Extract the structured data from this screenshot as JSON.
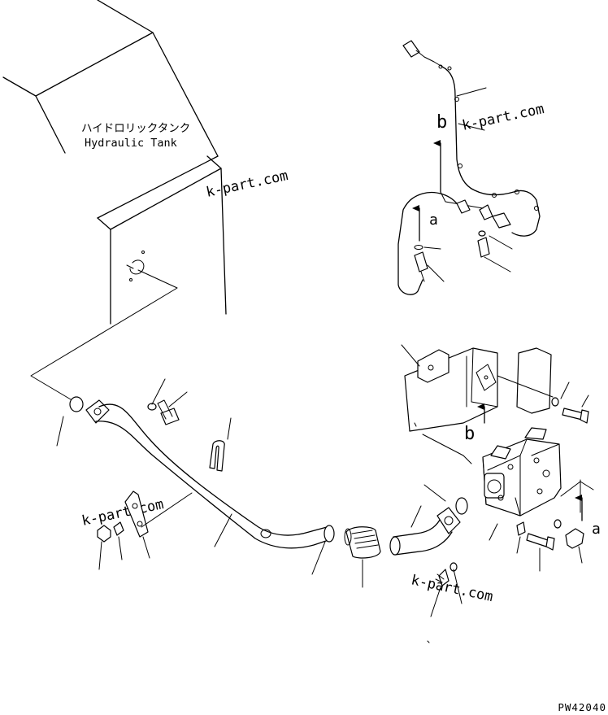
{
  "tank_label_jp": "ハイドロリックタンク",
  "tank_label_en": "Hydraulic Tank",
  "watermark": "k-part.com",
  "ref_a": "a",
  "ref_b": "b",
  "drawing_number": "PW42040",
  "colors": {
    "line": "#000000",
    "watermark": "#c9c9c9",
    "background": "#ffffff"
  }
}
